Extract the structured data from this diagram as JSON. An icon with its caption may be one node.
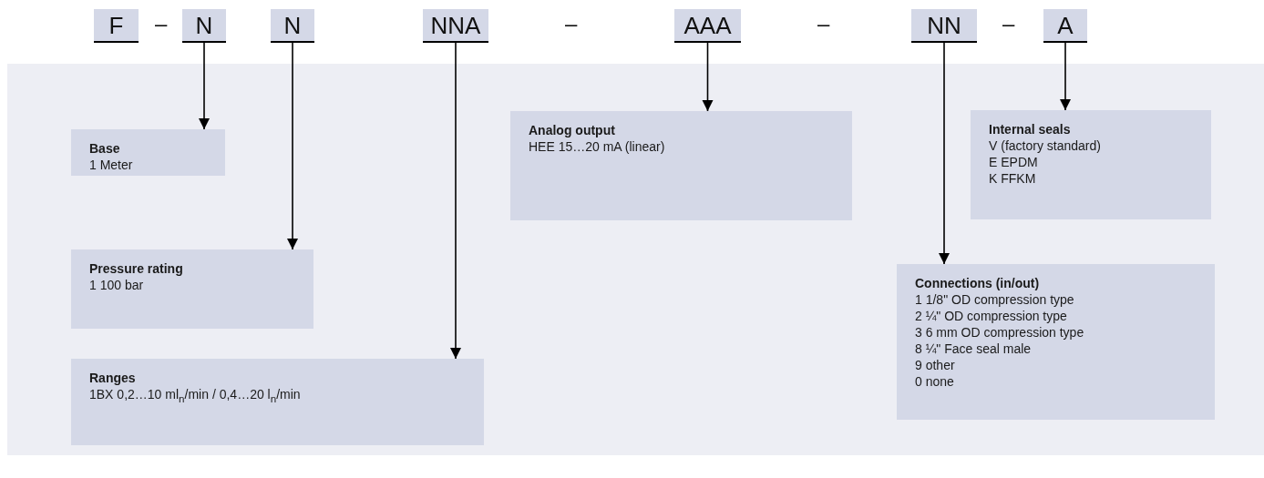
{
  "diagram": {
    "nodes": [
      {
        "text": [
          "F"
        ]
      },
      {
        "text": [
          "N"
        ]
      },
      {
        "text": [
          "N"
        ]
      },
      {
        "text": [
          "NNA"
        ]
      },
      {
        "text": [
          "AAA"
        ]
      },
      {
        "text": [
          "NN"
        ]
      },
      {
        "text": [
          "A"
        ]
      },
      {
        "text": [
          "Base",
          "1 Meter"
        ]
      },
      {
        "text": [
          "Pressure rating",
          "1 100 bar"
        ]
      },
      {
        "text": [
          "Ranges",
          "1BX 0,2…10 ml$_{n}$/min / 0,4…20 l$_{n}$/min"
        ]
      },
      {
        "text": [
          "Analog output",
          "HEE 15…20 mA (linear)"
        ]
      },
      {
        "text": [
          "Internal seals",
          "V (factory standard)",
          "E EPDM",
          "K FFKM"
        ]
      },
      {
        "text": [
          "Connections (in/out)",
          "1 1/8\" OD compression type",
          "2 ¼\" OD compression type",
          "3 6 mm OD compression type",
          "8 ¼\" Face seal male",
          "9 other",
          "0 none"
        ]
      }
    ],
    "edges": [
      {
        "from": 1,
        "to": 7,
        "arrow": "to"
      },
      {
        "from": 2,
        "to": 8,
        "arrow": "to"
      },
      {
        "from": 3,
        "to": 9,
        "arrow": "to"
      },
      {
        "from": 4,
        "to": 10,
        "arrow": "to"
      },
      {
        "from": 5,
        "to": 12,
        "arrow": "to"
      },
      {
        "from": 6,
        "to": 11,
        "arrow": "to"
      }
    ],
    "labels": [
      "–",
      "–",
      "–",
      "–"
    ]
  }
}
